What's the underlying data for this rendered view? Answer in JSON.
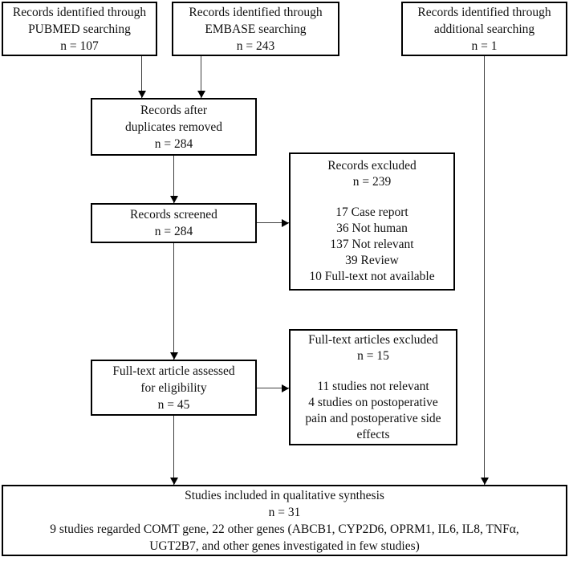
{
  "colors": {
    "box_border": "#000000",
    "arrow_line": "#404040",
    "background": "#ffffff",
    "text": "#111111"
  },
  "boxes": {
    "pubmed": {
      "lines": [
        "Records identified through",
        "PUBMED searching",
        "n = 107"
      ]
    },
    "embase": {
      "lines": [
        "Records identified through",
        "EMBASE searching",
        "n = 243"
      ]
    },
    "additional": {
      "lines": [
        "Records identified through",
        "additional searching",
        "n = 1"
      ]
    },
    "duplicates": {
      "lines": [
        "Records after",
        "duplicates removed",
        "n = 284"
      ]
    },
    "screened": {
      "lines": [
        "Records screened",
        "n = 284"
      ]
    },
    "records_excluded": {
      "title": "Records excluded",
      "count": "n = 239",
      "items": [
        "17 Case report",
        "36 Not human",
        "137 Not relevant",
        "39 Review",
        "10 Full-text not available"
      ]
    },
    "fulltext_assessed": {
      "lines": [
        "Full-text article assessed",
        "for eligibility",
        "n = 45"
      ]
    },
    "fulltext_excluded": {
      "title": "Full-text articles excluded",
      "count": "n = 15",
      "items": [
        "11 studies not relevant",
        "4 studies on postoperative",
        "pain and postoperative side",
        "effects"
      ]
    },
    "included": {
      "lines": [
        "Studies included in qualitative synthesis",
        "n = 31",
        "9 studies regarded COMT gene, 22 other genes (ABCB1, CYP2D6, OPRM1, IL6, IL8, TNFα,",
        "UGT2B7, and other genes investigated in few studies)"
      ]
    }
  }
}
